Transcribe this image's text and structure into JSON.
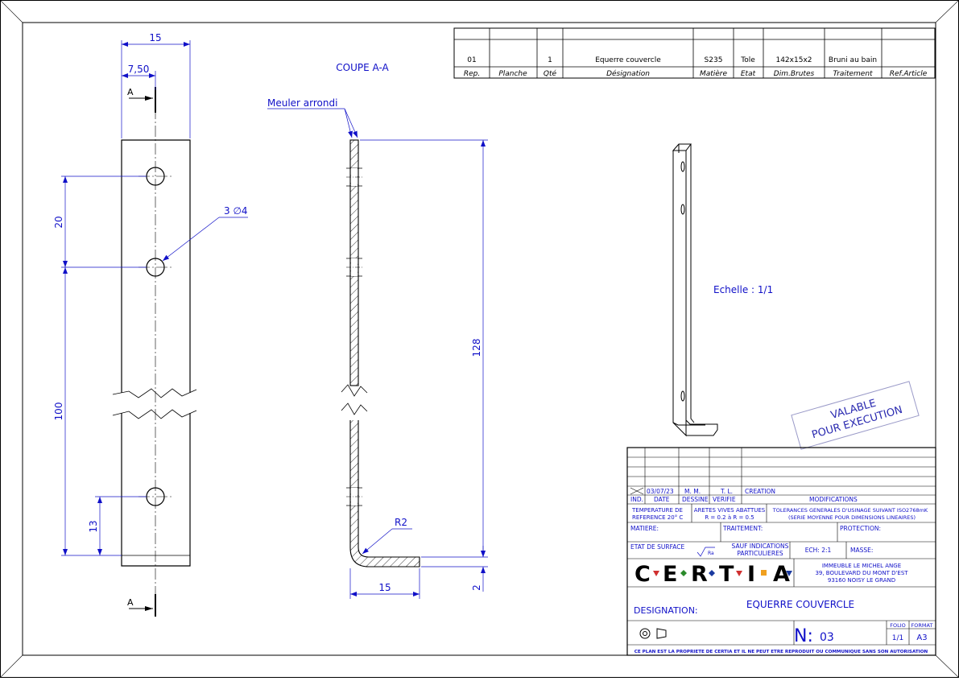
{
  "parts_list": {
    "row": {
      "rep": "01",
      "planche": "",
      "qte": "1",
      "designation": "Equerre couvercle",
      "matiere": "S235",
      "etat": "Tole",
      "dim_brutes": "142x15x2",
      "traitement": "Bruni au bain",
      "ref_article": ""
    },
    "headers": {
      "rep": "Rep.",
      "planche": "Planche",
      "qte": "Qté",
      "designation": "Désignation",
      "matiere": "Matière",
      "etat": "Etat",
      "dim_brutes": "Dim.Brutes",
      "traitement": "Traitement",
      "ref_article": "Ref.Article"
    }
  },
  "front_view": {
    "dims": {
      "width": "15",
      "half_width": "7,50",
      "hole_spacing": "20",
      "long_spacing": "100",
      "bottom_offset": "13"
    },
    "hole_callout": "3 ∅4",
    "section_mark": "A"
  },
  "section_view": {
    "title": "COUPE A-A",
    "note": "Meuler arrondi",
    "dims": {
      "height": "128",
      "foot": "15",
      "thickness": "2",
      "radius": "R2"
    }
  },
  "iso_view": {
    "scale_label": "Echelle : 1/1"
  },
  "stamp": {
    "line1": "VALABLE",
    "line2": "POUR EXECUTION"
  },
  "title_block": {
    "revision": {
      "date": "03/07/23",
      "dessine": "M. M.",
      "verifie": "T. L.",
      "modif": "CREATION"
    },
    "rev_headers": {
      "ind": "IND.",
      "date": "DATE",
      "dessine": "DESSINE",
      "verifie": "VERIFIE",
      "modifications": "MODIFICATIONS"
    },
    "temp": {
      "l1": "TEMPERATURE DE",
      "l2": "REFERENCE 20° C"
    },
    "aretes": {
      "l1": "ARETES VIVES ABATTUES",
      "l2": "R = 0.2  à  R = 0.5"
    },
    "tolerances": {
      "l1": "TOLERANCES GENERALES D'USINAGE SUIVANT ISO2768mK",
      "l2": "(SERIE MOYENNE POUR DIMENSIONS LINEAIRES)"
    },
    "matiere": "MATIERE:",
    "traitement": "TRAITEMENT:",
    "protection": "PROTECTION:",
    "etat_surface": "ETAT DE SURFACE",
    "ra": "Ra",
    "sauf": {
      "l1": "SAUF INDICATIONS",
      "l2": "PARTICULIERES"
    },
    "ech": "ECH: 2:1",
    "masse": "MASSE:",
    "company_letters": [
      "C",
      "E",
      "R",
      "T",
      "I",
      "A"
    ],
    "address": {
      "l1": "IMMEUBLE LE MICHEL ANGE",
      "l2": "39, BOULEVARD DU MONT D'EST",
      "l3": "93160 NOISY LE GRAND"
    },
    "designation_label": "DESIGNATION:",
    "designation": "EQUERRE COUVERCLE",
    "number_label": "N:",
    "number": "03",
    "folio_label": "FOLIO",
    "format_label": "FORMAT",
    "folio": "1/1",
    "format": "A3",
    "footer": "CE PLAN EST LA PROPRIETE DE CERTIA ET IL NE PEUT ETRE REPRODUIT OU COMMUNIQUE SANS SON AUTORISATION"
  },
  "colors": {
    "dimension": "#1010c8",
    "outline": "#000000",
    "stamp": "#2a2ab0"
  }
}
